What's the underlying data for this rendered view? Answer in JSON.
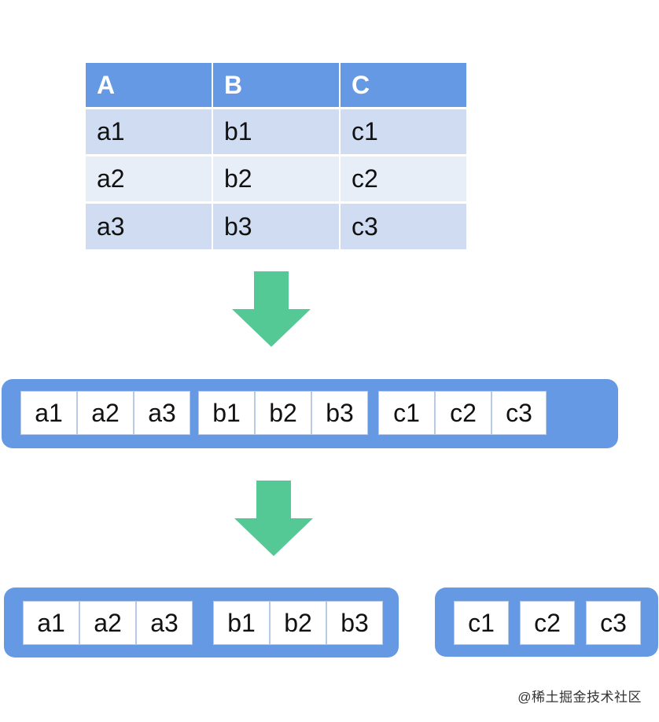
{
  "table": {
    "headers": [
      "A",
      "B",
      "C"
    ],
    "rows": [
      [
        "a1",
        "b1",
        "c1"
      ],
      [
        "a2",
        "b2",
        "c2"
      ],
      [
        "a3",
        "b3",
        "c3"
      ]
    ]
  },
  "row_bar": {
    "items": [
      "a1",
      "a2",
      "a3",
      "b1",
      "b2",
      "b3",
      "c1",
      "c2",
      "c3"
    ]
  },
  "split_bar_left": {
    "items": [
      "a1",
      "a2",
      "a3",
      "b1",
      "b2",
      "b3"
    ]
  },
  "split_bar_right": {
    "items": [
      "c1",
      "c2",
      "c3"
    ]
  },
  "watermark": "@稀土掘金技术社区",
  "colors": {
    "accent_blue": "#6699e3",
    "arrow_green": "#55c995",
    "row_light": "#cfdcf1",
    "row_lighter": "#e8eef8"
  }
}
